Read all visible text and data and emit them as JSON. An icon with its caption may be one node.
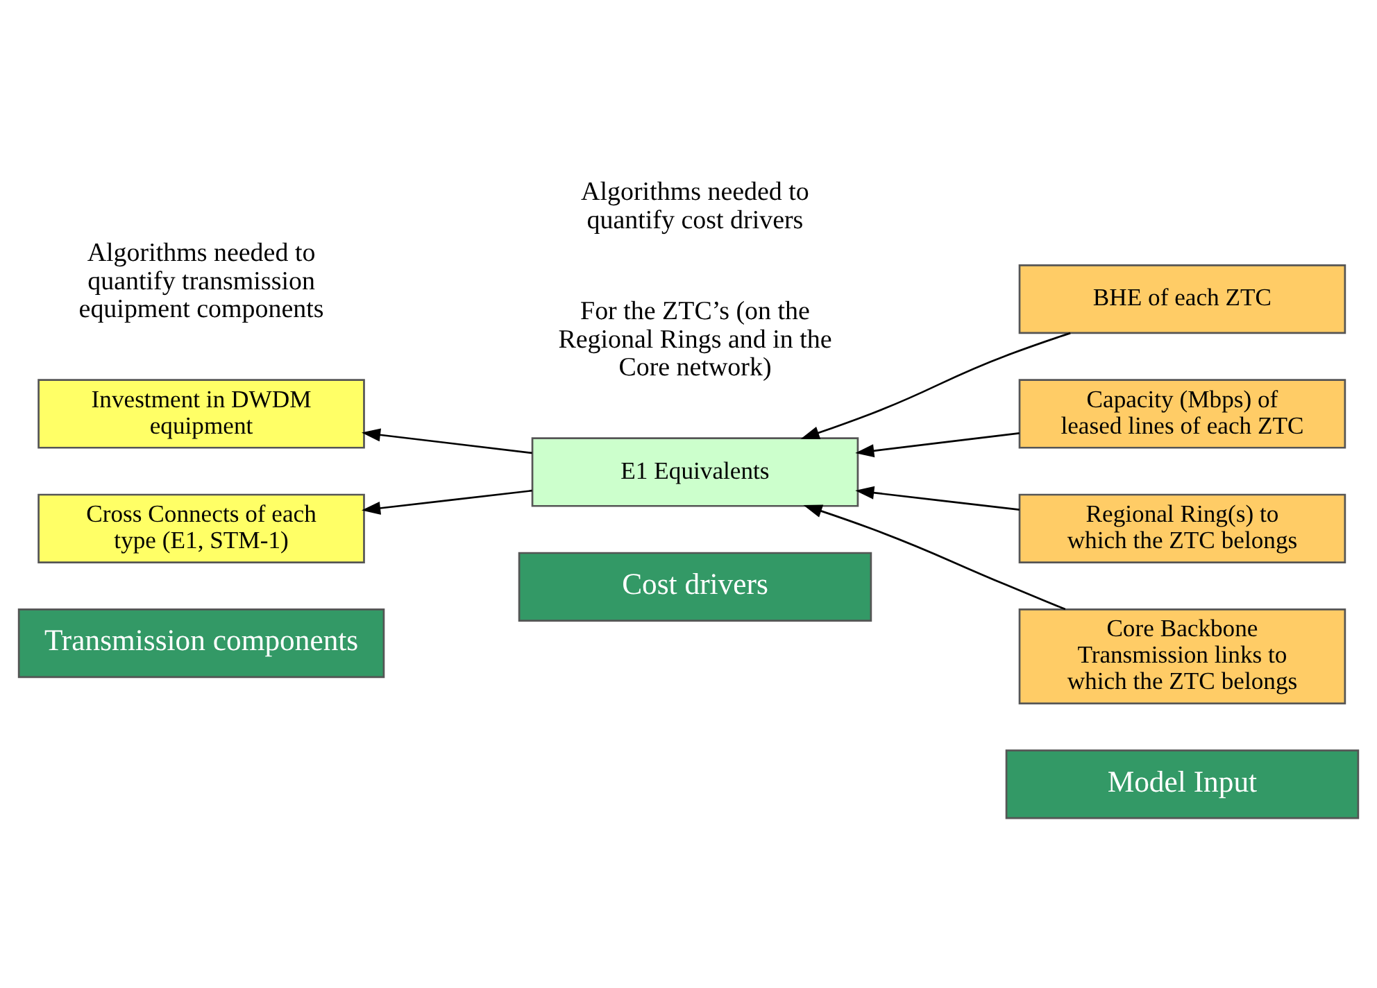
{
  "diagram": {
    "nodes": [
      {
        "text": [
          "Transmission components"
        ]
      },
      {
        "text": [
          "Cost drivers"
        ]
      },
      {
        "text": [
          "Model Input"
        ]
      },
      {
        "text": [
          "Investment in DWDM equipment"
        ]
      },
      {
        "text": [
          "Cross Connects of each type (E1, STM-1)"
        ]
      },
      {
        "text": [
          "E1 Equivalents"
        ]
      },
      {
        "text": [
          "BHE of each ZTC"
        ]
      },
      {
        "text": [
          "Capacity (Mbps) of leased lines of each ZTC"
        ]
      },
      {
        "text": [
          "Regional Ring(s) to which the ZTC belongs"
        ]
      },
      {
        "text": [
          "Core Backbone Transmission links to which the ZTC belongs"
        ]
      }
    ],
    "edges": [
      {
        "from": 5,
        "to": 3,
        "arrow": "to"
      },
      {
        "from": 5,
        "to": 4,
        "arrow": "to"
      },
      {
        "from": 6,
        "to": 5,
        "arrow": "to"
      },
      {
        "from": 7,
        "to": 5,
        "arrow": "to"
      },
      {
        "from": 8,
        "to": 5,
        "arrow": "to"
      },
      {
        "from": 9,
        "to": 5,
        "arrow": "to"
      }
    ],
    "labels": [
      "For the ZTC’s (on the Regional Rings and in the Core network)",
      "Algorithms needed to quantify transmission equipment components",
      "Algorithms needed to quantify cost drivers"
    ]
  }
}
